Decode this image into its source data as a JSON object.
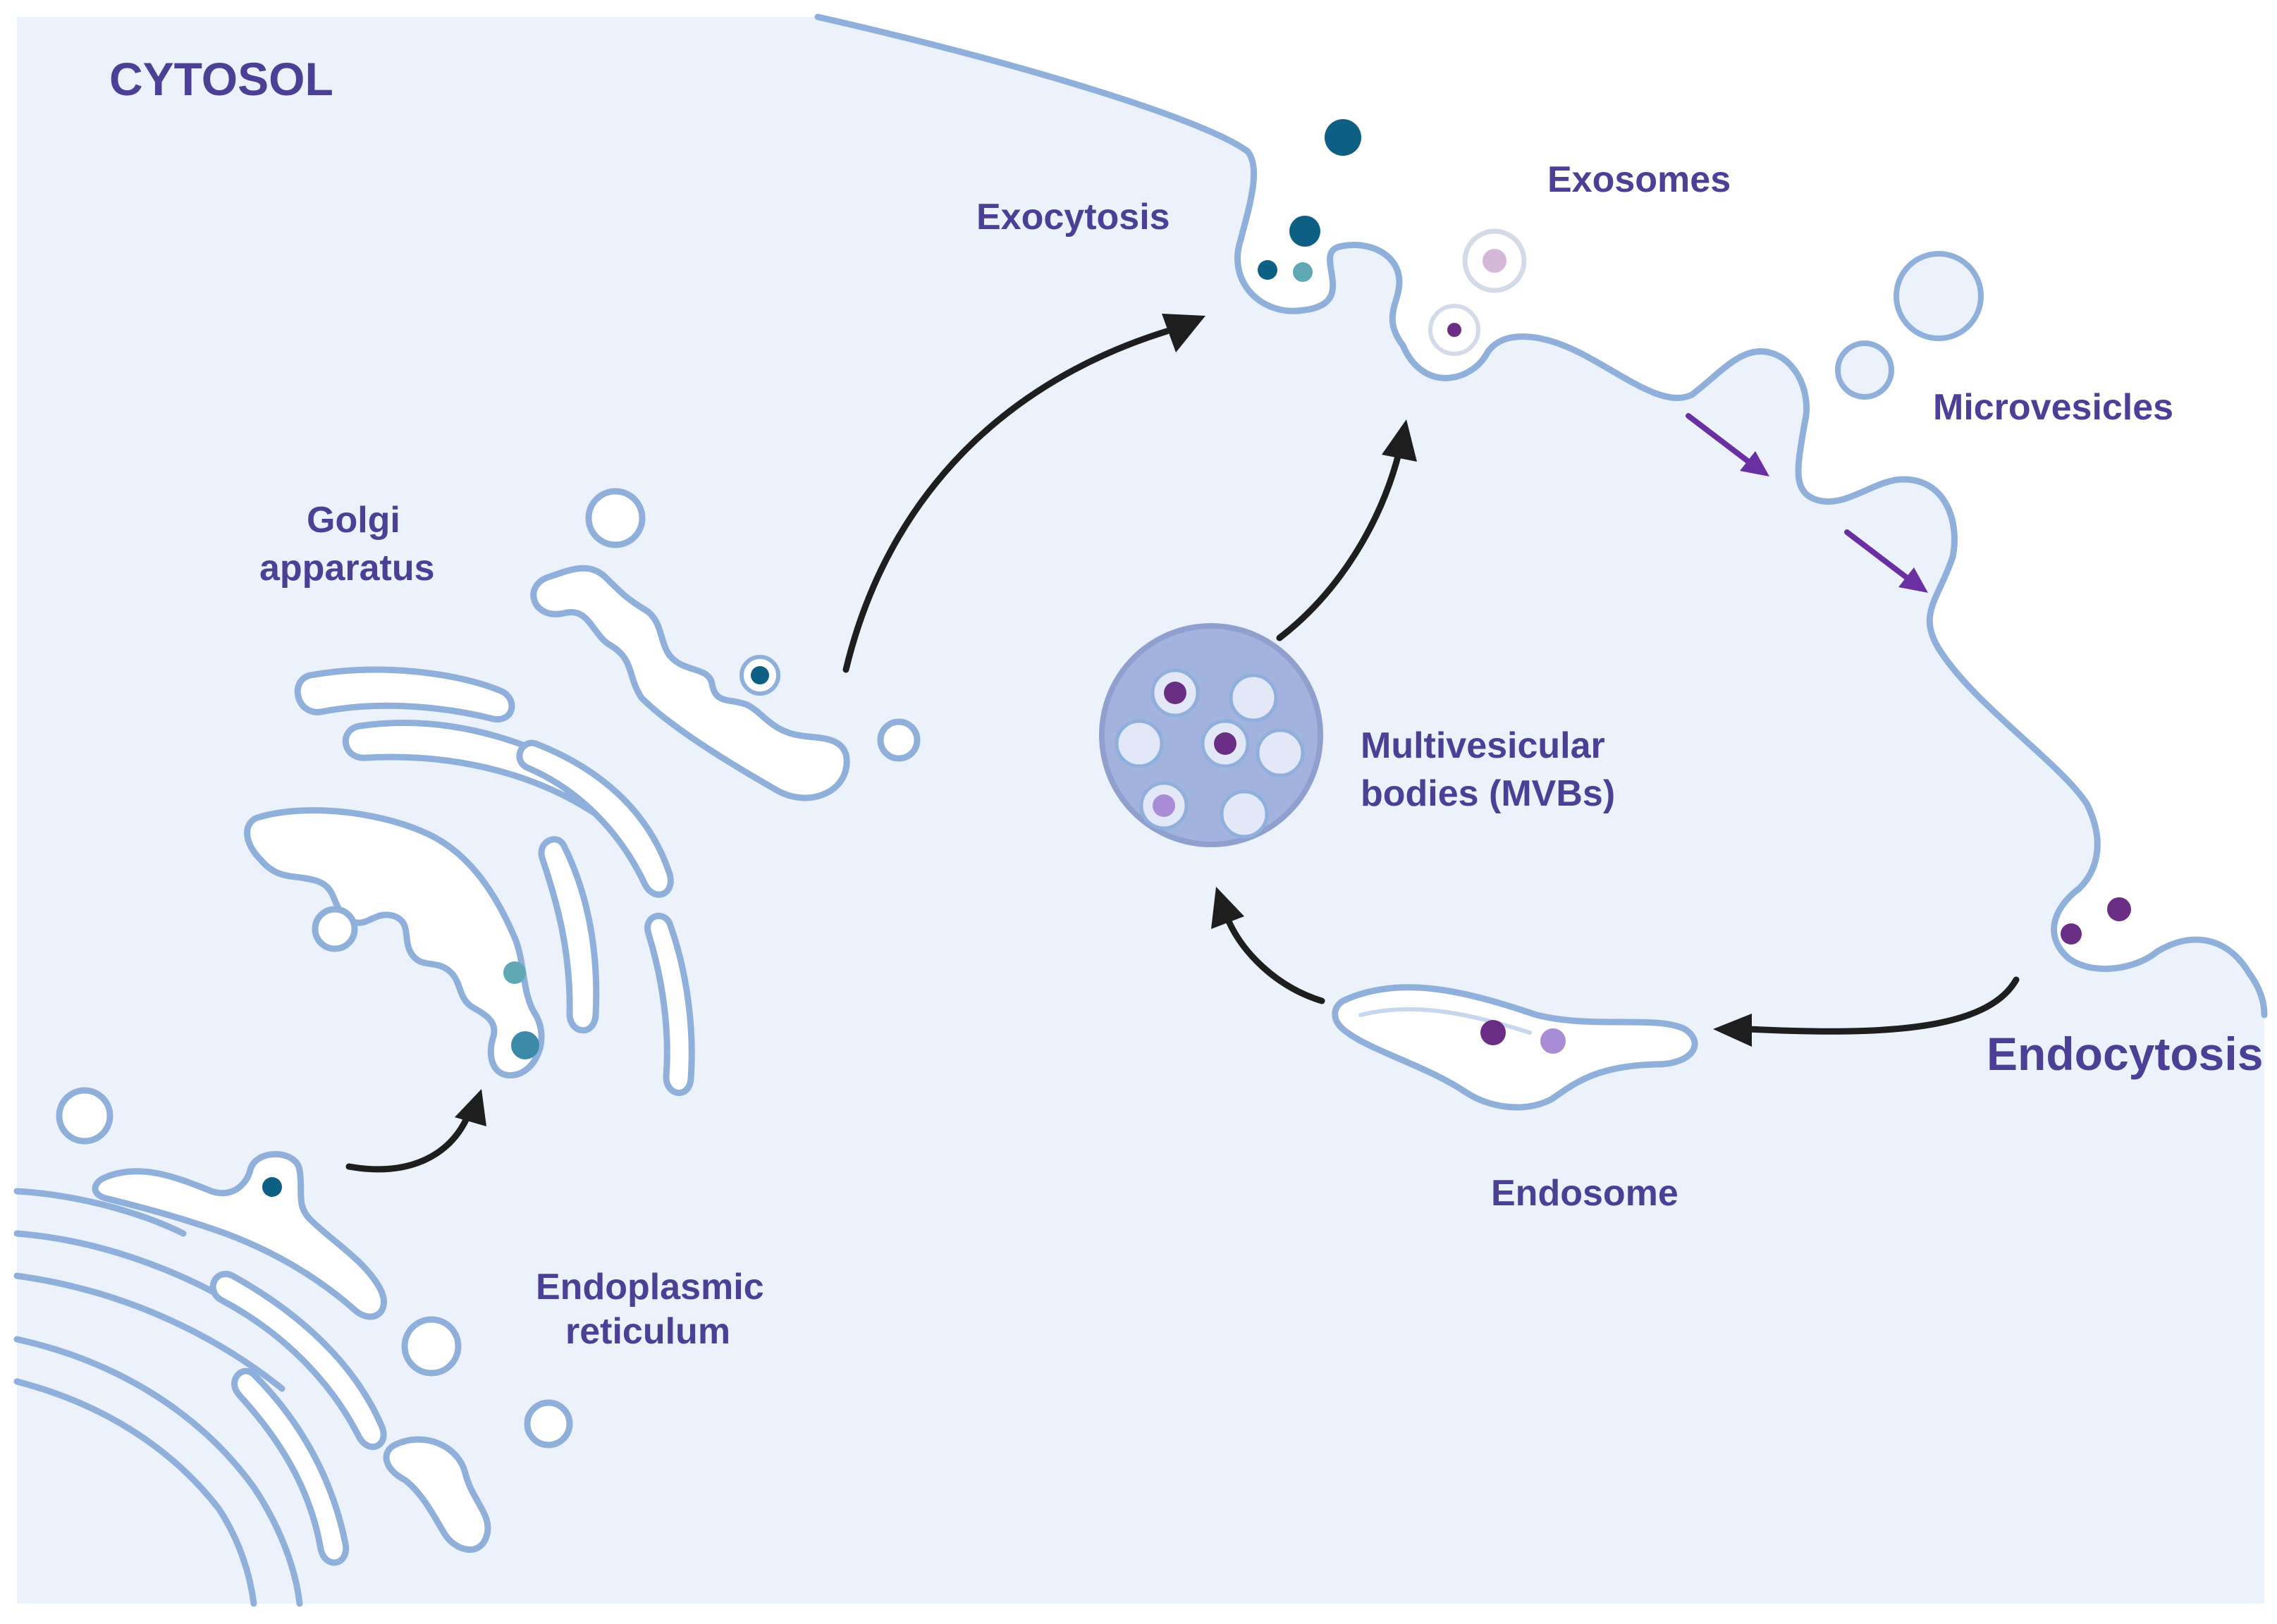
{
  "labels": {
    "cytosol": "CYTOSOL",
    "exocytosis": "Exocytosis",
    "exosomes": "Exosomes",
    "microvesicles": "Microvesicles",
    "golgi_line1": "Golgi",
    "golgi_line2": "apparatus",
    "mvb_line1": "Multivesicular",
    "mvb_line2": "bodies (MVBs)",
    "endocytosis": "Endocytosis",
    "endosome": "Endosome",
    "er_line1": "Endoplasmic",
    "er_line2": "reticulum"
  },
  "colors": {
    "cytosol_fill": "#ebf2fc",
    "membrane": "#8fb0db",
    "label": "#4b3f96",
    "mvb_fill": "#a3b3e0",
    "cargo_teal_dark": "#0e5f84",
    "cargo_teal_light": "#5fa8b4",
    "cargo_purple": "#6a2f85",
    "cargo_lilac": "#a98cd6",
    "release_arrow": "#6a2fa1",
    "flow_arrow": "#1e1e1e"
  }
}
